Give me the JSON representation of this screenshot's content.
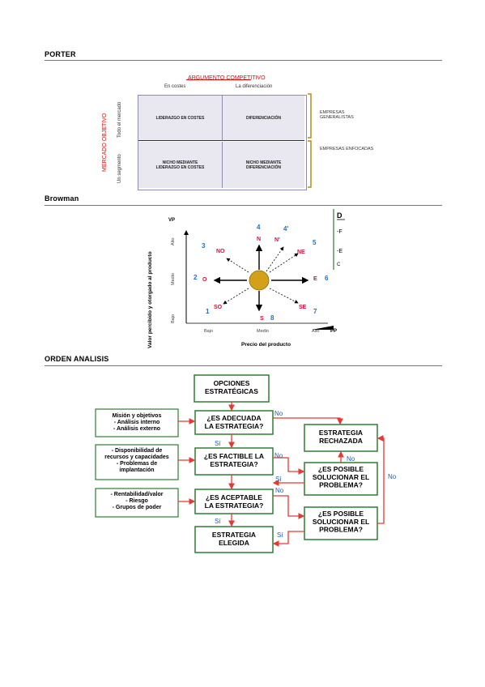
{
  "sections": {
    "porter": "PORTER",
    "browman": "Browman",
    "orden": "ORDEN ANALISIS"
  },
  "porter": {
    "argumento": "ARGUMENTO COMPETITIVO",
    "col1": "En costes",
    "col2": "La diferenciación",
    "mercado": "MERCADO OBJETIVO",
    "row1": "Todo el mercado",
    "row2": "Un segmento",
    "cells": [
      "LIDERAZGO EN COSTES",
      "DIFERENCIACIÓN",
      "NICHO MEDIANTE\nLIDERAZGO EN COSTES",
      "NICHO MEDIANTE\nDIFERENCIACIÓN"
    ],
    "right1": "EMPRESAS\nGENERALISTAS",
    "right2": "EMPRESAS ENFOCADAS",
    "colors": {
      "red": "#cc1111",
      "cell": "#e9e8f1",
      "brace": "#b98a1a"
    }
  },
  "browman": {
    "vp": "VP",
    "pp": "PP",
    "yaxis_title": "Valor percibido y otorgado al producto",
    "xaxis_title": "Precio del producto",
    "y_ticks": [
      "Alto",
      "Medio",
      "Bajo"
    ],
    "x_ticks": [
      "Bajo",
      "Medio",
      "Alto"
    ],
    "directions": [
      {
        "num": "4",
        "dir": "N"
      },
      {
        "num": "4'",
        "dir": "N'"
      },
      {
        "num": "5",
        "dir": "NE"
      },
      {
        "num": "6",
        "dir": "E"
      },
      {
        "num": "7",
        "dir": "SE"
      },
      {
        "num": "8",
        "dir": "S"
      },
      {
        "num": "1",
        "dir": "SO"
      },
      {
        "num": "2",
        "dir": "O"
      },
      {
        "num": "3",
        "dir": "NO"
      }
    ],
    "legend": [
      "D",
      "-F",
      "-E",
      "C"
    ],
    "colors": {
      "num": "#1f6fc6",
      "dir": "#d0103a",
      "sun": "#d4a017"
    }
  },
  "flow": {
    "opciones": "OPCIONES\nESTRATÉGICAS",
    "q1": "¿ES ADECUADA\nLA ESTRATEGIA?",
    "q2": "¿ES FACTIBLE LA\nESTRATEGIA?",
    "q3": "¿ES ACEPTABLE\nLA ESTRATEGIA?",
    "elegida": "ESTRATEGIA\nELEGIDA",
    "rechazada": "ESTRATEGIA\nRECHAZADA",
    "posible1": "¿ES POSIBLE\nSOLUCIONAR EL\nPROBLEMA?",
    "posible2": "¿ES POSIBLE\nSOLUCIONAR EL\nPROBLEMA?",
    "input1": "Misión y objetivos\n- Análisis interno\n- Análisis externo",
    "input2": "- Disponibilidad de\nrecursos y capacidades\n- Problemas de\nimplantación",
    "input3": "- Rentabilidad/valor\n- Riesgo\n- Grupos de poder",
    "si": "Sí",
    "no": "No",
    "colors": {
      "border": "#2e7d32",
      "arrow": "#e53935",
      "label": "#1e5fb4"
    }
  }
}
